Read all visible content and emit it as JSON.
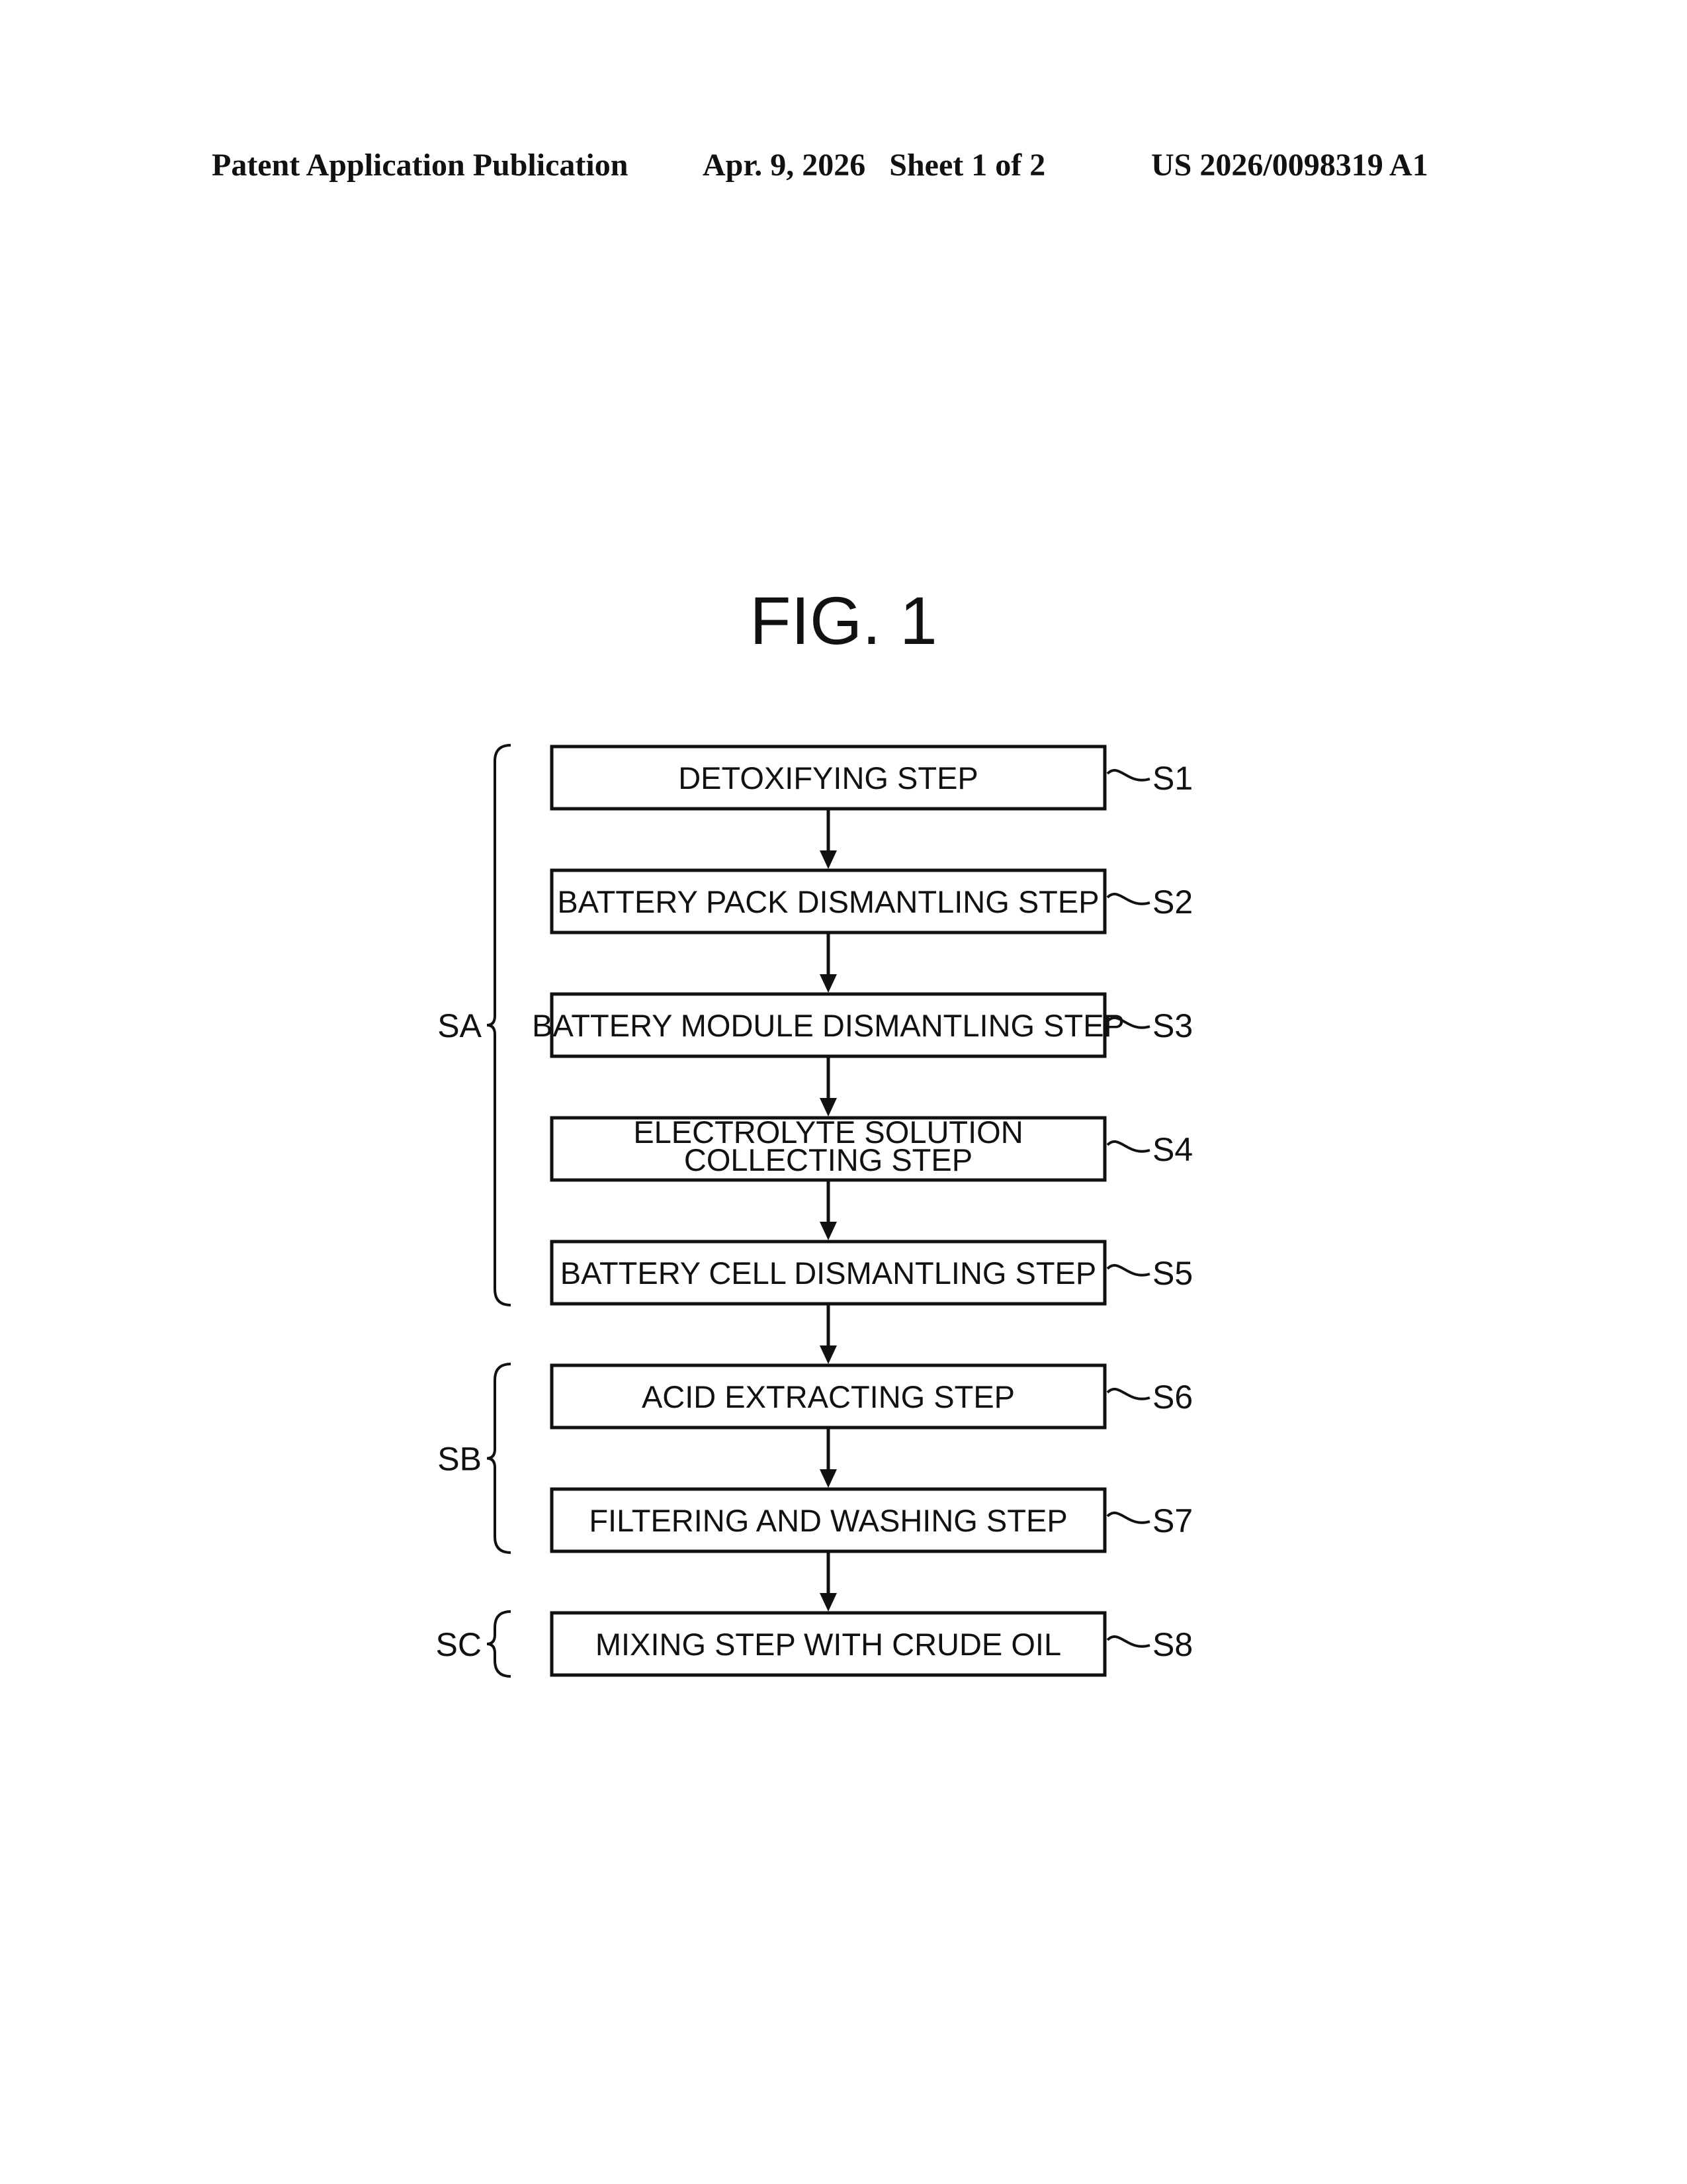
{
  "header": {
    "publication_type": "Patent Application Publication",
    "date_sheet": "Apr. 9, 2026   Sheet 1 of 2",
    "pub_number": "US 2026/0098319 A1"
  },
  "figure": {
    "title": "FIG. 1",
    "steps": [
      {
        "ref": "S1",
        "lines": [
          "DETOXIFYING STEP"
        ]
      },
      {
        "ref": "S2",
        "lines": [
          "BATTERY PACK DISMANTLING STEP"
        ]
      },
      {
        "ref": "S3",
        "lines": [
          "BATTERY MODULE DISMANTLING STEP"
        ]
      },
      {
        "ref": "S4",
        "lines": [
          "ELECTROLYTE SOLUTION",
          "COLLECTING STEP"
        ]
      },
      {
        "ref": "S5",
        "lines": [
          "BATTERY CELL DISMANTLING STEP"
        ]
      },
      {
        "ref": "S6",
        "lines": [
          "ACID EXTRACTING STEP"
        ]
      },
      {
        "ref": "S7",
        "lines": [
          "FILTERING AND WASHING STEP"
        ]
      },
      {
        "ref": "S8",
        "lines": [
          "MIXING STEP WITH CRUDE OIL"
        ]
      }
    ],
    "groups": [
      {
        "label": "SA",
        "from_step": 0,
        "to_step": 4
      },
      {
        "label": "SB",
        "from_step": 5,
        "to_step": 6
      },
      {
        "label": "SC",
        "from_step": 7,
        "to_step": 7
      }
    ]
  }
}
